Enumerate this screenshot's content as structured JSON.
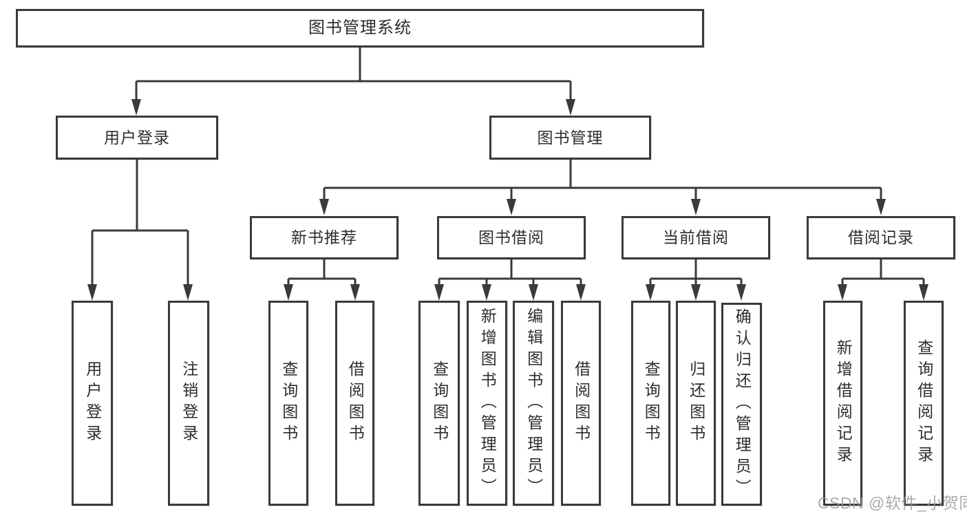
{
  "tree": {
    "root": {
      "label": "图书管理系统",
      "children": [
        {
          "label": "用户登录",
          "children": [
            {
              "label": "用户登录"
            },
            {
              "label": "注销登录"
            }
          ]
        },
        {
          "label": "图书管理",
          "children": [
            {
              "label": "新书推荐",
              "children": [
                {
                  "label": "查询图书"
                },
                {
                  "label": "借阅图书"
                }
              ]
            },
            {
              "label": "图书借阅",
              "children": [
                {
                  "label": "查询图书"
                },
                {
                  "label": "新增图书（管理员）"
                },
                {
                  "label": "编辑图书（管理员）"
                },
                {
                  "label": "借阅图书"
                }
              ]
            },
            {
              "label": "当前借阅",
              "children": [
                {
                  "label": "查询图书"
                },
                {
                  "label": "归还图书"
                },
                {
                  "label": "确认归还（管理员）"
                }
              ]
            },
            {
              "label": "借阅记录",
              "children": [
                {
                  "label": "新增借阅记录"
                },
                {
                  "label": "查询借阅记录"
                }
              ]
            }
          ]
        }
      ]
    }
  },
  "watermark": {
    "text": "CSDN @软件_小贺同学"
  },
  "colors": {
    "line": "#3a3a3a",
    "box_border": "#3a3a3a",
    "text": "#2d2d2d",
    "background": "#ffffff",
    "watermark": "#969696"
  }
}
